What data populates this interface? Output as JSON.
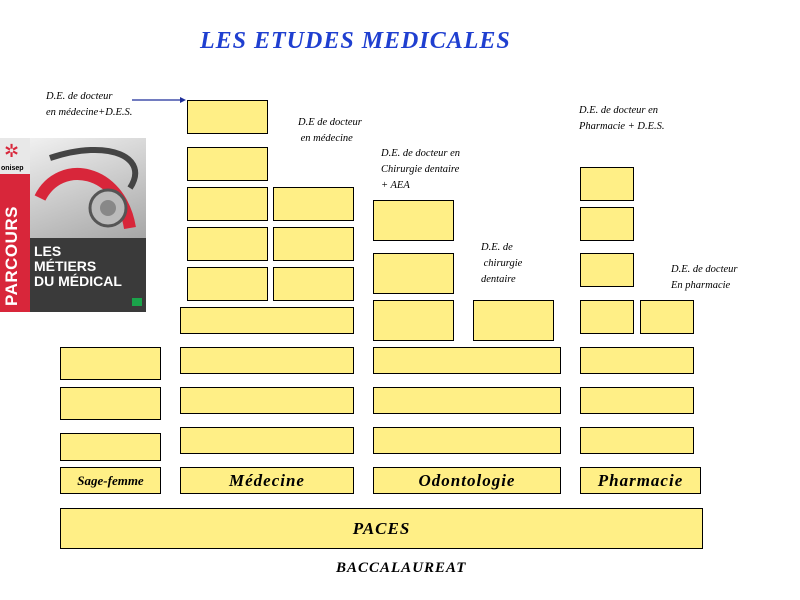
{
  "title": "LES ETUDES MEDICALES",
  "footer": "BACCALAUREAT",
  "tracks": {
    "paces": "PACES",
    "sage_femme": "Sage-femme",
    "medecine": "Médecine",
    "odontologie": "Odontologie",
    "pharmacie": "Pharmacie"
  },
  "notes": {
    "med_des": "D.E. de docteur\nen médecine+D.E.S.",
    "med": "D.E de docteur\n en médecine",
    "dent_aea": "D.E. de docteur en\nChirurgie dentaire\n+ AEA",
    "dent": "D.E. de\n chirurgie\ndentaire",
    "pharma_des": "D.E. de docteur en\nPharmacie + D.E.S.",
    "pharma": "D.E. de docteur\nEn pharmacie"
  },
  "book_cover": {
    "brand": "onisep",
    "series": "PARCOURS",
    "title": "LES\nMÉTIERS\nDU MÉDICAL"
  },
  "colors": {
    "box_fill": "#ffef86",
    "title": "#1f3fd0",
    "arrow": "#1f2f9a"
  }
}
